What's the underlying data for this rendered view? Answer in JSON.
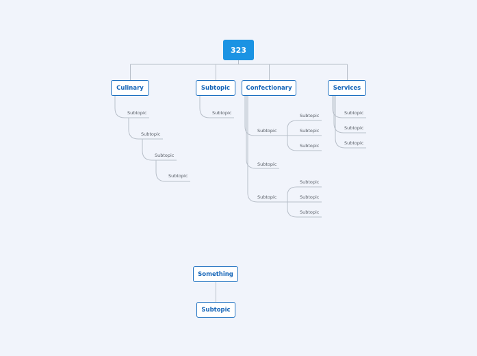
{
  "root": {
    "label": "323"
  },
  "main_topics": [
    {
      "label": "Culinary",
      "subtopics": [
        "Subtopic",
        "Subtopic",
        "Subtopic",
        "Subtopic"
      ]
    },
    {
      "label": "Subtopic",
      "subtopics": [
        "Subtopic"
      ]
    },
    {
      "label": "Confectionary",
      "subtopics": [
        {
          "label": "Subtopic",
          "children": [
            "Subtopic",
            "Subtopic",
            "Subtopic"
          ]
        },
        {
          "label": "Subtopic",
          "children": []
        },
        {
          "label": "Subtopic",
          "children": [
            "Subtopic",
            "Subtopic",
            "Subtopic"
          ]
        }
      ]
    },
    {
      "label": "Services",
      "subtopics": [
        "Subtopic",
        "Subtopic",
        "Subtopic"
      ]
    }
  ],
  "floating": {
    "label": "Something",
    "child": "Subtopic"
  },
  "colors": {
    "background": "#f1f4fb",
    "root_fill": "#1b93e3",
    "topic_border": "#1b6fc0",
    "line": "#b8bfc9"
  }
}
